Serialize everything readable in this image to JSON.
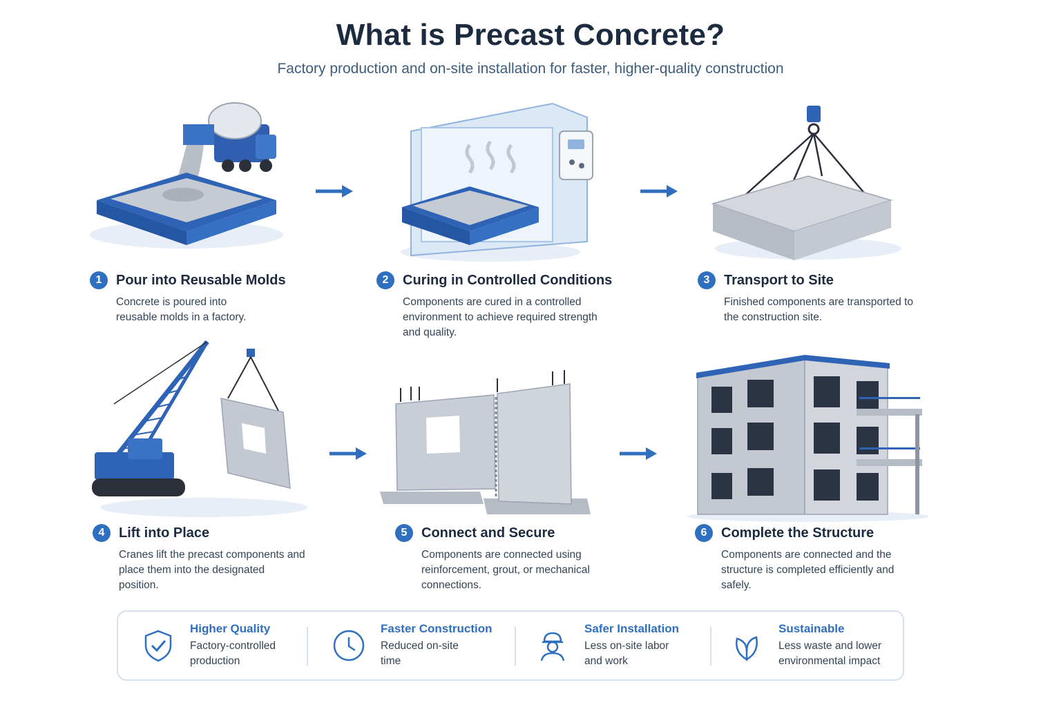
{
  "header": {
    "title": "What is Precast Concrete?",
    "subtitle": "Factory production and on-site installation for faster, higher-quality construction"
  },
  "steps": [
    {
      "number": "1",
      "title": "Pour into Reusable Molds",
      "desc": "Concrete is poured into reusable molds in a factory."
    },
    {
      "number": "2",
      "title": "Curing in Controlled Conditions",
      "desc": "Components are cured in a controlled environment to achieve required strength and quality."
    },
    {
      "number": "3",
      "title": "Transport to Site",
      "desc": "Finished components are transported to the construction site."
    },
    {
      "number": "4",
      "title": "Lift into Place",
      "desc": "Cranes lift the precast components and place them into the designated position."
    },
    {
      "number": "5",
      "title": "Connect and Secure",
      "desc": "Components are connected using reinforcement, grout, or mechanical connections."
    },
    {
      "number": "6",
      "title": "Complete the Structure",
      "desc": "Components are connected and the structure is completed efficiently and safely."
    }
  ],
  "benefits": [
    {
      "icon": "shield-check-icon",
      "title": "Higher Quality",
      "desc_line1": "Factory-controlled",
      "desc_line2": "production"
    },
    {
      "icon": "clock-icon",
      "title": "Faster Construction",
      "desc_line1": "Reduced on-site",
      "desc_line2": "time"
    },
    {
      "icon": "hard-hat-worker-icon",
      "title": "Safer Installation",
      "desc_line1": "Less on-site labor",
      "desc_line2": "and work"
    },
    {
      "icon": "leaf-icon",
      "title": "Sustainable",
      "desc_line1": "Less waste and lower",
      "desc_line2": "environmental impact"
    }
  ],
  "colors": {
    "accent": "#2f6fc0",
    "concrete": "#c9ced6",
    "title": "#1c2b40"
  }
}
